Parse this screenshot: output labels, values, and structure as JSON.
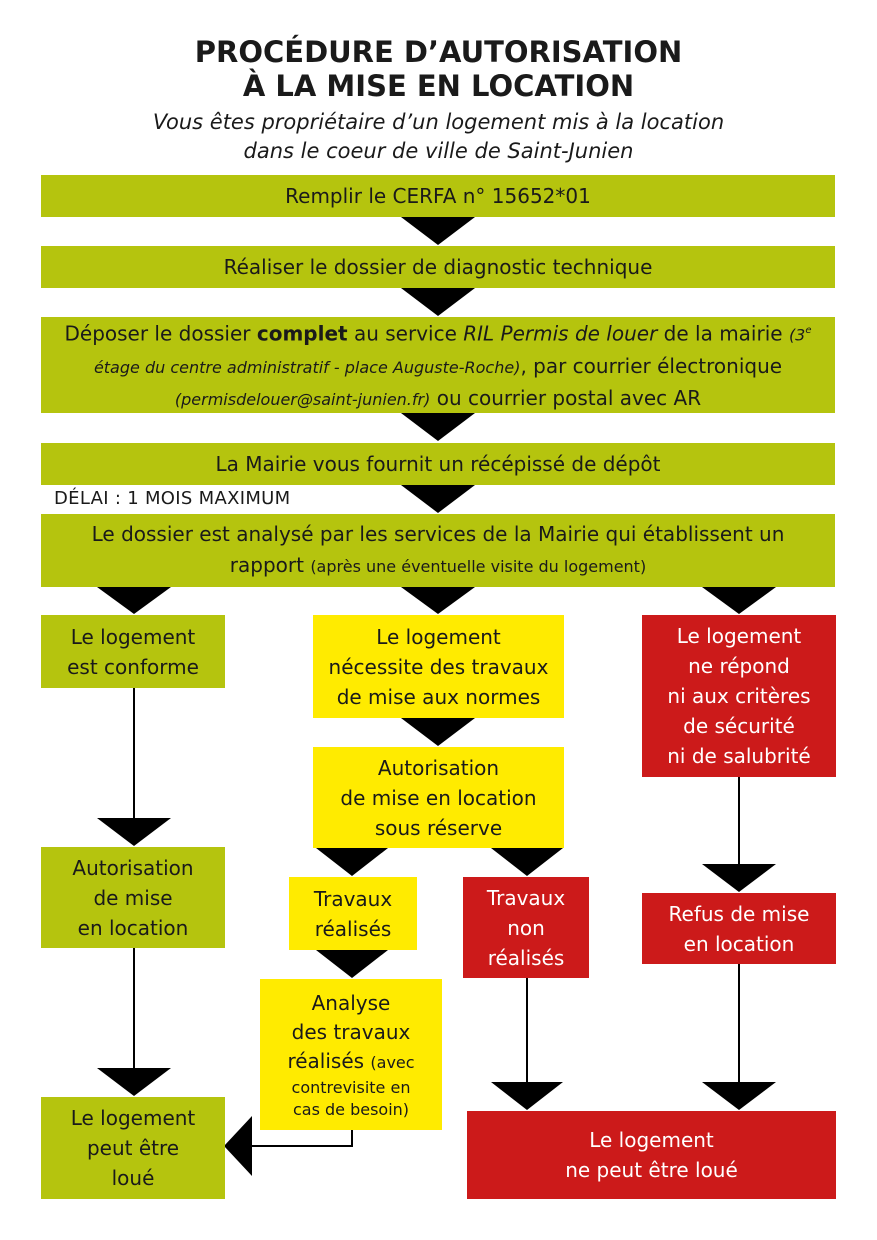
{
  "title": {
    "line1": "PROCÉDURE D’AUTORISATION",
    "line2": "À LA MISE EN LOCATION"
  },
  "subtitle": {
    "line1": "Vous êtes propriétaire d’un logement mis à la location",
    "line2": "dans le coeur de ville de Saint-Junien"
  },
  "steps": {
    "cerfa": "Remplir le CERFA n° 15652*01",
    "diagnostic": "Réaliser le dossier de diagnostic technique",
    "deposit": {
      "p1": "Déposer le dossier ",
      "p2": "complet",
      "p3": " au service ",
      "p4": "RIL Permis de louer",
      "p5": " de la mairie ",
      "p6": "(3",
      "p6sup": "e",
      "p7": " étage du centre administratif - place Auguste-Roche)",
      "p8": ", par courrier électronique ",
      "p9": "(permisdelouer@saint-junien.fr)",
      "p10": " ou courrier postal avec AR"
    },
    "receipt": "La Mairie vous fournit un récépissé de dépôt",
    "delay": "DÉLAI : 1 MOIS MAXIMUM",
    "analysis": {
      "p1": "Le dossier est analysé par les services de la Mairie qui établissent un rapport ",
      "p2": "(après une éventuelle visite du logement)"
    }
  },
  "left": {
    "conforme": [
      "Le logement",
      "est conforme"
    ],
    "autorisation": [
      "Autorisation",
      "de mise",
      "en location"
    ],
    "peut_etre_loue": [
      "Le logement",
      "peut être",
      "loué"
    ]
  },
  "middle": {
    "travaux": [
      "Le logement",
      "nécessite des travaux",
      "de mise aux normes"
    ],
    "autorisation_reserve": [
      "Autorisation",
      "de mise en location",
      "sous réserve"
    ],
    "travaux_realises": [
      "Travaux",
      "réalisés"
    ],
    "travaux_non_realises": [
      "Travaux",
      "non",
      "réalisés"
    ],
    "analyse": {
      "l1": "Analyse",
      "l2": "des travaux",
      "l3a": "réalisés ",
      "l3b": "(avec",
      "l4": "contrevisite en",
      "l5": "cas de besoin)"
    }
  },
  "right": {
    "non_conforme": [
      "Le logement",
      "ne répond",
      "ni aux critères",
      "de sécurité",
      "ni de salubrité"
    ],
    "refus": [
      "Refus de mise",
      "en location"
    ],
    "ne_peut_etre_loue": [
      "Le logement",
      "ne peut être loué"
    ]
  },
  "colors": {
    "green": "#b5c40e",
    "yellow": "#ffeb00",
    "red": "#cc1a1a",
    "arrow": "#000000"
  }
}
